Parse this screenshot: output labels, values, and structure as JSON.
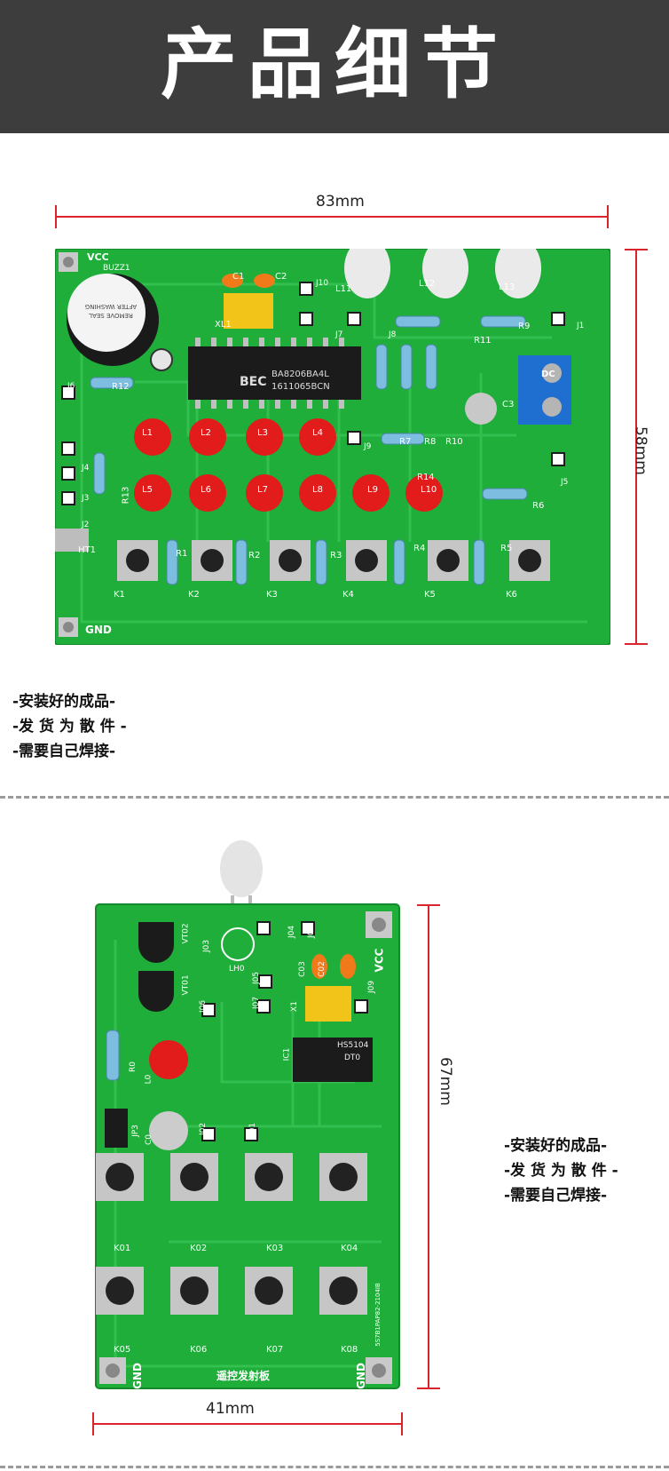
{
  "header": {
    "title": "产品细节"
  },
  "board1": {
    "width_label": "83mm",
    "height_label": "58mm",
    "labels": {
      "vcc": "VCC",
      "gnd": "GND",
      "buzz": "BUZZ1",
      "ic": "BA8206BA4L",
      "ic2": "1611065BCN",
      "brand": "BEC",
      "seal": "REMOVE SEAL AFTER WASHING",
      "leds": [
        "L1",
        "L2",
        "L3",
        "L4",
        "L5",
        "L6",
        "L7",
        "L8",
        "L9",
        "L10"
      ],
      "white_leds": [
        "L11",
        "L12",
        "L13"
      ],
      "resistors": [
        "R12",
        "R13",
        "R7",
        "R8",
        "R10",
        "R14",
        "R11",
        "R9",
        "R6",
        "R1",
        "R2",
        "R3",
        "R4",
        "R5"
      ],
      "jumpers": [
        "J1",
        "J2",
        "J3",
        "J4",
        "J5",
        "J6",
        "J7",
        "J8",
        "J9",
        "J10"
      ],
      "caps": [
        "C1",
        "C2",
        "C3"
      ],
      "crystal": "XL1",
      "dc": "DC",
      "ir": "HT1",
      "keys": [
        "K1",
        "K2",
        "K3",
        "K4",
        "K5",
        "K6"
      ]
    }
  },
  "notes1": [
    "-安装好的成品-",
    "-发 货 为 散 件 -",
    "-需要自己焊接-"
  ],
  "board2": {
    "width_label": "41mm",
    "height_label": "67mm",
    "labels": {
      "vcc": "VCC",
      "gnd_left": "GND",
      "gnd_right": "GND",
      "title": "遥控发射板",
      "ic": "HS5104",
      "ic2": "DT0",
      "keys": [
        "K01",
        "K02",
        "K03",
        "K04",
        "K05",
        "K06",
        "K07",
        "K08"
      ],
      "parts": [
        "VT02",
        "VT01",
        "J03",
        "J04",
        "J08",
        "LH0",
        "C03",
        "C02",
        "J05",
        "J06",
        "J07",
        "X1",
        "J09",
        "IC1",
        "R0",
        "L0",
        "JP3",
        "C0",
        "J02",
        "J01"
      ],
      "serial": "5S7B1PAP82-2104IB"
    }
  },
  "notes2": [
    "-安装好的成品-",
    "-发 货 为 散 件 -",
    "-需要自己焊接-"
  ],
  "colors": {
    "pcb": "#1fae3a",
    "pcb_dark": "#178a2c",
    "header": "#3d3d3d",
    "dim": "#d9232d",
    "led_red": "#e21b1b"
  }
}
